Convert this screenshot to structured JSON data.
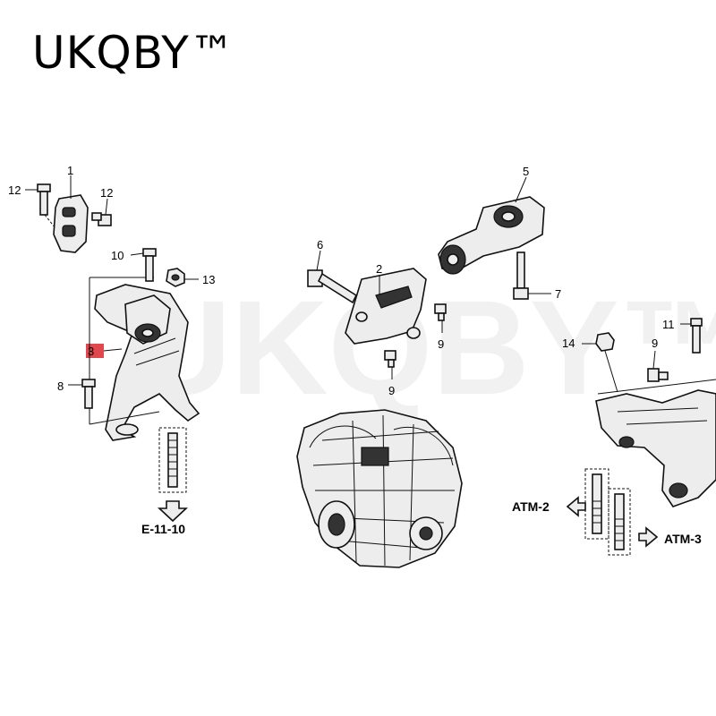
{
  "brand": {
    "text": "UKQBY™"
  },
  "watermark": {
    "text": "UKQBY™"
  },
  "callouts": {
    "c1": "1",
    "c2": "2",
    "c3": "3",
    "c5": "5",
    "c6": "6",
    "c7": "7",
    "c8": "8",
    "c9a": "9",
    "c9b": "9",
    "c9c": "9",
    "c10": "10",
    "c11": "11",
    "c12a": "12",
    "c12b": "12",
    "c13": "13",
    "c14": "14"
  },
  "highlight_color": "#e0484e",
  "references": {
    "left": "E-11-10",
    "atm2": "ATM-2",
    "atm3": "ATM-3"
  }
}
